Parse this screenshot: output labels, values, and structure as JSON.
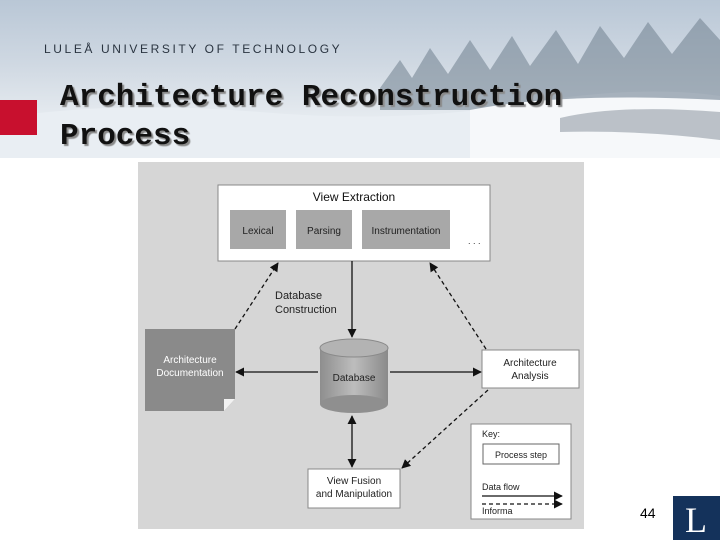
{
  "header": {
    "university": "LULEÅ UNIVERSITY OF TECHNOLOGY",
    "title_line1": "Architecture Reconstruction",
    "title_line2": "Process"
  },
  "diagram": {
    "view_extraction": "View Extraction",
    "steps": [
      "Lexical",
      "Parsing",
      "Instrumentation"
    ],
    "ellipsis": ". . .",
    "database_construction": [
      "Database",
      "Construction"
    ],
    "architecture_documentation": [
      "Architecture",
      "Documentation"
    ],
    "database": "Database",
    "architecture_analysis": [
      "Architecture",
      "Analysis"
    ],
    "view_fusion": [
      "View Fusion",
      "and Manipulation"
    ],
    "key": {
      "title": "Key:",
      "process_step": "Process step",
      "data_flow": "Data flow",
      "informa": "Informa"
    }
  },
  "footer": {
    "page_number": "44",
    "logo_letter": "L"
  },
  "colors": {
    "accent_red": "#c8102e",
    "logo_navy": "#14325b",
    "diagram_bg": "#d6d6d6"
  }
}
